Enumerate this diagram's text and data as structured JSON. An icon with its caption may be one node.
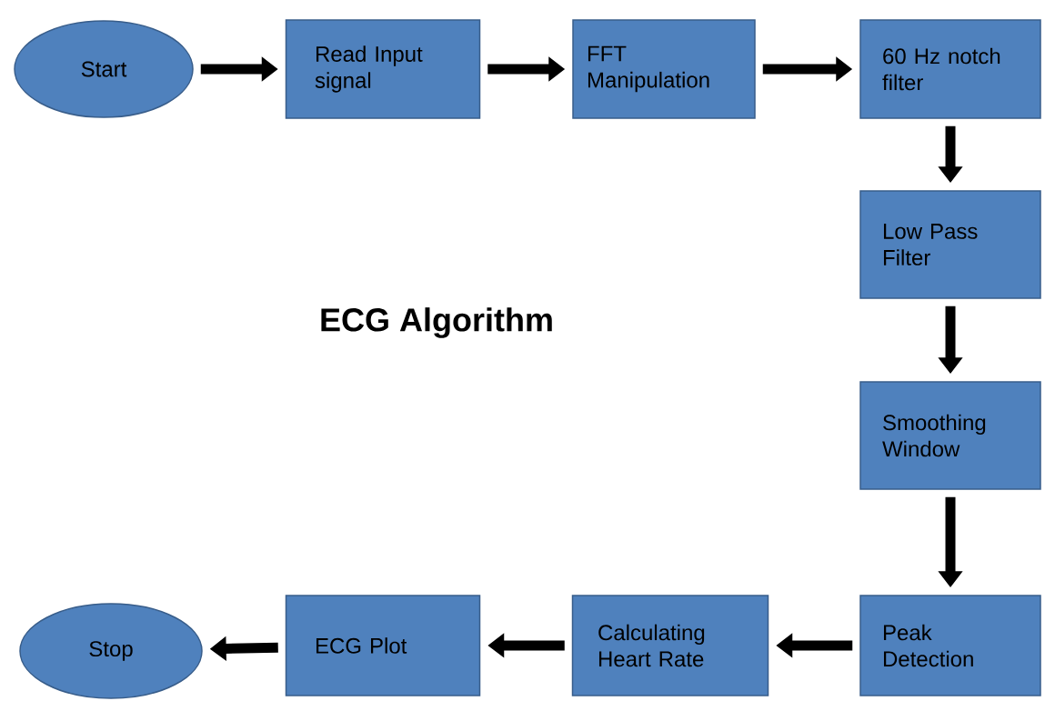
{
  "diagram": {
    "title": "ECG Algorithm",
    "nodes": [
      {
        "text": [
          "Start"
        ]
      },
      {
        "text": [
          "Read Input signal"
        ]
      },
      {
        "text": [
          "FFT Manipulation"
        ]
      },
      {
        "text": [
          "60 Hz notch filter"
        ]
      },
      {
        "text": [
          "Low Pass Filter"
        ]
      },
      {
        "text": [
          "Smoothing Window"
        ]
      },
      {
        "text": [
          "Peak Detection"
        ]
      },
      {
        "text": [
          "Calculating Heart Rate"
        ]
      },
      {
        "text": [
          "ECG Plot"
        ]
      },
      {
        "text": [
          "Stop"
        ]
      }
    ],
    "edges": [
      {
        "from": 0,
        "to": 1,
        "arrow": "to"
      },
      {
        "from": 1,
        "to": 2,
        "arrow": "to"
      },
      {
        "from": 2,
        "to": 3,
        "arrow": "to"
      },
      {
        "from": 3,
        "to": 4,
        "arrow": "to"
      },
      {
        "from": 4,
        "to": 5,
        "arrow": "to"
      },
      {
        "from": 5,
        "to": 6,
        "arrow": "to"
      },
      {
        "from": 6,
        "to": 7,
        "arrow": "to"
      },
      {
        "from": 7,
        "to": 8,
        "arrow": "to"
      },
      {
        "from": 8,
        "to": 9,
        "arrow": "to"
      }
    ]
  }
}
